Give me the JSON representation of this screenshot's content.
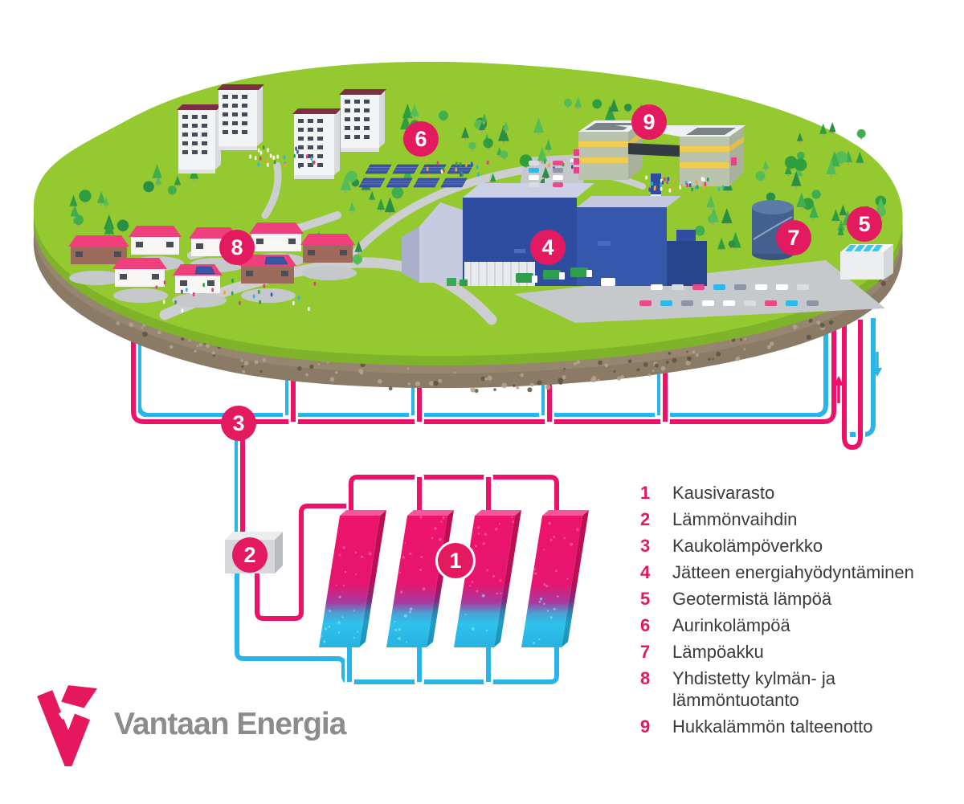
{
  "page": {
    "background_color": "#ffffff",
    "description": "Vantaan Energia district heating and energy system infographic"
  },
  "brand": {
    "logo_text": "Vantaan Energia",
    "logo_mark": "v-lightning-icon",
    "logo_pink": "#e5175f",
    "logo_text_color": "#8a8c8e"
  },
  "colors": {
    "badge_pink": "#e41a61",
    "pipe_hot_pink": "#ee1169",
    "pipe_cold_blue": "#2ab4e8",
    "land_green": "#94c930",
    "land_edge_green": "#7fb32a",
    "soil_brown": "#8a7a66",
    "legend_text": "#3a3a39"
  },
  "markers": [
    {
      "number": "1"
    },
    {
      "number": "2"
    },
    {
      "number": "3"
    },
    {
      "number": "4"
    },
    {
      "number": "5"
    },
    {
      "number": "6"
    },
    {
      "number": "7"
    },
    {
      "number": "8"
    },
    {
      "number": "9"
    }
  ],
  "legend": {
    "items": [
      {
        "number": "1",
        "label": "Kausivarasto"
      },
      {
        "number": "2",
        "label": "Lämmönvaihdin"
      },
      {
        "number": "3",
        "label": "Kaukolämpöverkko"
      },
      {
        "number": "4",
        "label": "Jätteen energiahyödyntäminen"
      },
      {
        "number": "5",
        "label": "Geotermistä lämpöä"
      },
      {
        "number": "6",
        "label": "Aurinkolämpöä"
      },
      {
        "number": "7",
        "label": "Lämpöakku"
      },
      {
        "number": "8",
        "label": "Yhdistetty kylmän- ja lämmöntuotanto"
      },
      {
        "number": "9",
        "label": "Hukkalämmön talteenotto"
      }
    ]
  }
}
